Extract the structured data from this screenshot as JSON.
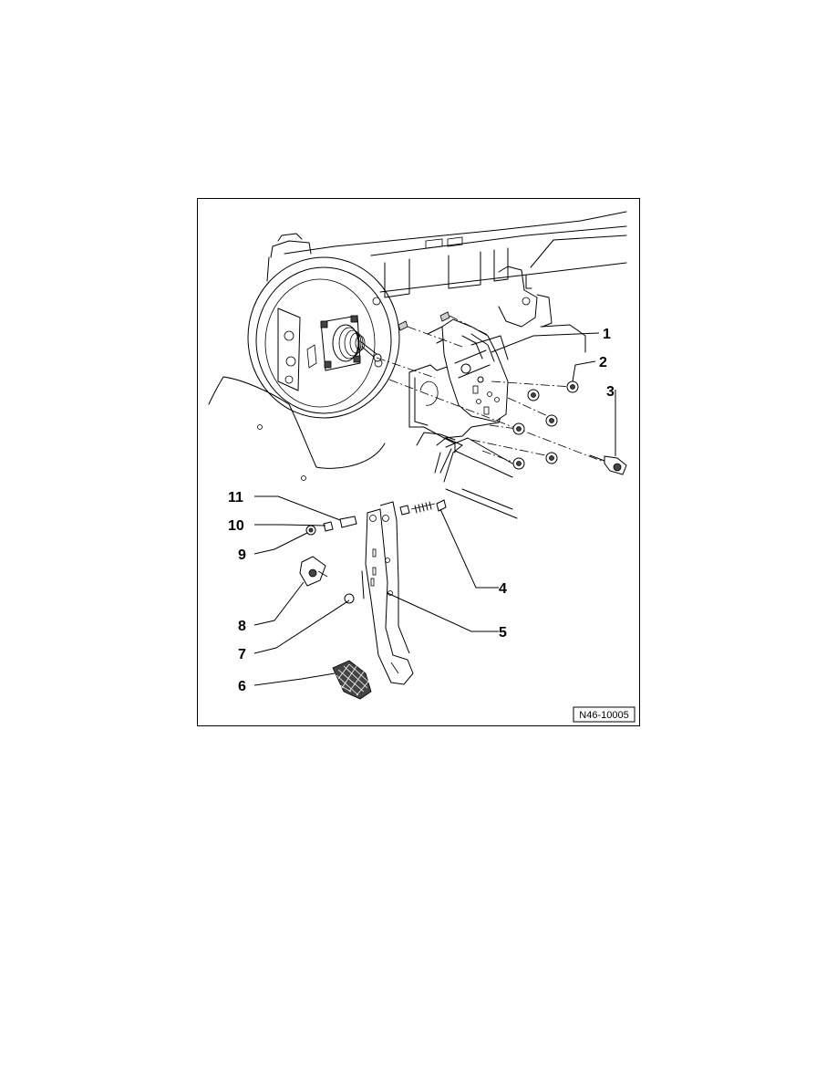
{
  "figure": {
    "reference_code": "N46-10005",
    "callouts": [
      "1",
      "2",
      "3",
      "4",
      "5",
      "6",
      "7",
      "8",
      "9",
      "10",
      "11"
    ]
  },
  "colors": {
    "line": "#000000",
    "background": "#ffffff",
    "shade": "#cfcfcf"
  }
}
